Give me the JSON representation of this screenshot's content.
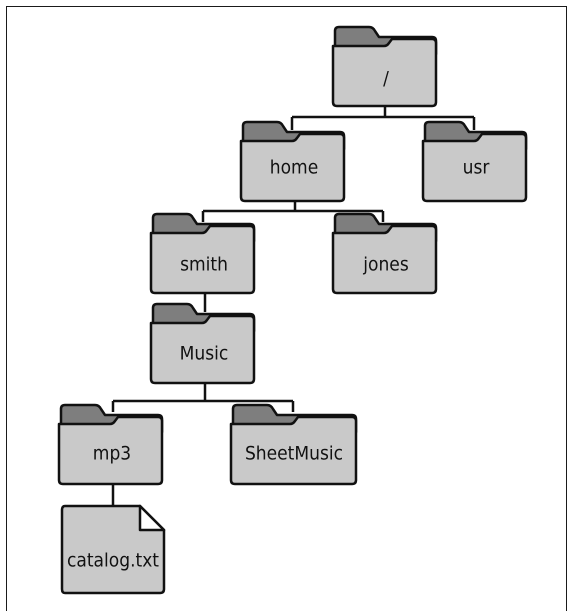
{
  "tree": {
    "root": "/",
    "usr": "usr",
    "home": "home",
    "smith": "smith",
    "jones": "jones",
    "music": "Music",
    "mp3": "mp3",
    "sheetmusic": "SheetMusic",
    "catalog": "catalog.txt"
  },
  "colors": {
    "folder_front": "#c9c9c9",
    "folder_back": "#7e7e7e",
    "outline": "#111111"
  }
}
